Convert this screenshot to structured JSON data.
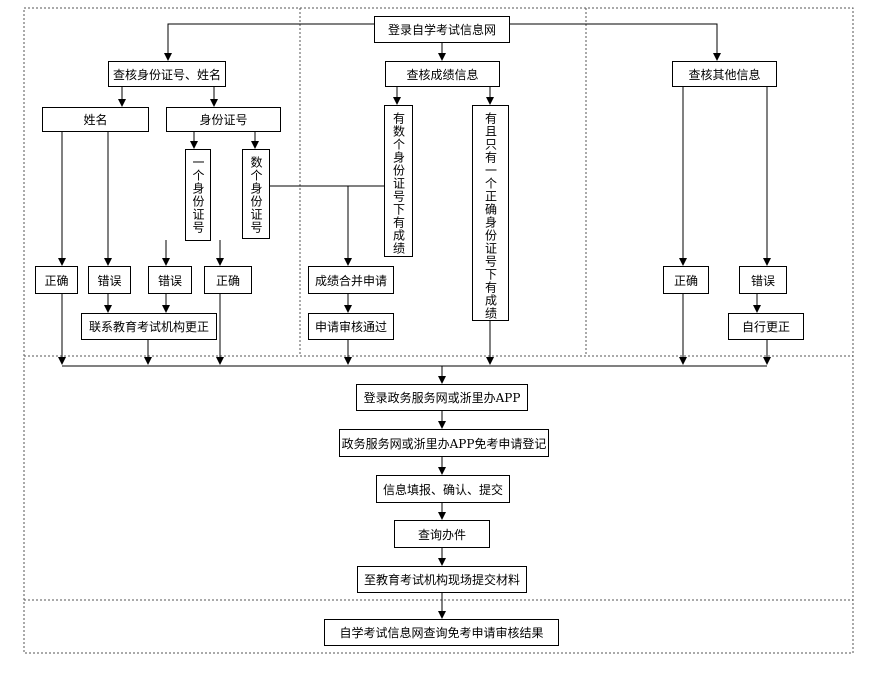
{
  "top": "登录自学考试信息网",
  "columns": {
    "id_check": "查核身份证号、姓名",
    "score_check": "查核成绩信息",
    "other_check": "查核其他信息"
  },
  "id_branch": {
    "name": "姓名",
    "id_number": "身份证号",
    "one_id": "一个身份证号",
    "multi_id": "数个身份证号",
    "correct_1": "正确",
    "wrong_1": "错误",
    "wrong_2": "错误",
    "correct_2": "正确",
    "contact": "联系教育考试机构更正"
  },
  "score_branch": {
    "multi_scores": "有数个身份证号下有成绩",
    "single_score": "有且只有一个正确身份证号下有成绩",
    "merge_apply": "成绩合并申请",
    "approved": "申请审核通过"
  },
  "other_branch": {
    "correct": "正确",
    "wrong": "错误",
    "self_fix": "自行更正"
  },
  "steps": [
    "登录政务服务网或浙里办APP",
    "政务服务网或浙里办APP免考申请登记",
    "信息填报、确认、提交",
    "查询办件",
    "至教育考试机构现场提交材料",
    "自学考试信息网查询免考申请审核结果"
  ]
}
